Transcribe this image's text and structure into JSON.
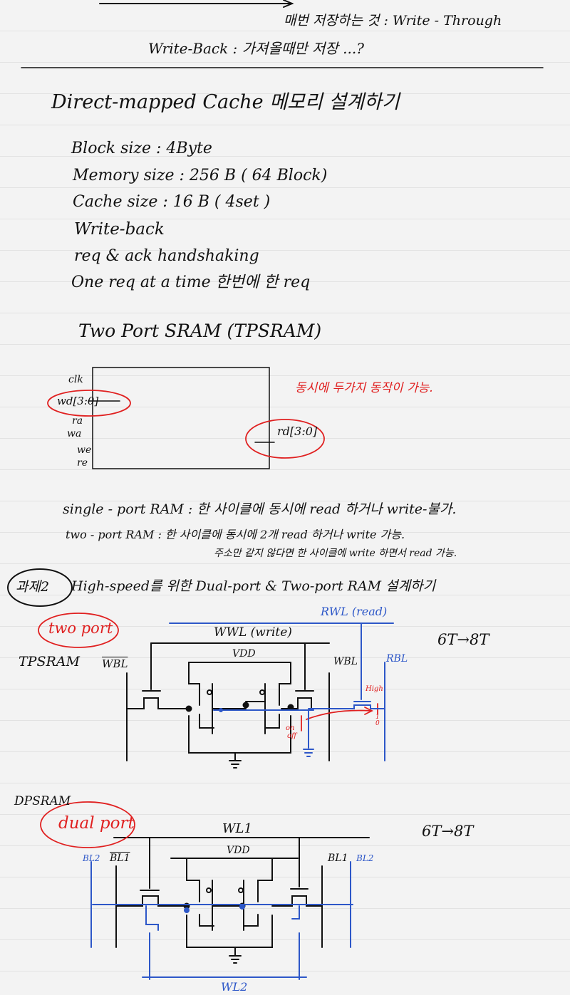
{
  "header": {
    "write_through_line": "매번 저장하는 것 : Write - Through",
    "write_back_line": "Write-Back : 가져올때만 저장 ...?"
  },
  "section1": {
    "title": "Direct-mapped Cache 메모리 설계하기",
    "specs": [
      "Block size : 4Byte",
      "Memory size : 256 B ( 64 Block)",
      "Cache size : 16 B ( 4set )",
      "Write-back",
      "req & ack handshaking",
      "One req at a time  한번에 한 req"
    ]
  },
  "section2": {
    "title": "Two Port SRAM  (TPSRAM)",
    "block_pins": [
      "clk",
      "wd[3:0]",
      "ra",
      "wa",
      "we",
      "re"
    ],
    "output_pin": "rd[3:0]",
    "note": "동시에 두가지 동작이 가능."
  },
  "notes": {
    "single_port": "single - port  RAM : 한 사이클에 동시에 read 하거나 write-불가.",
    "two_port": "two - port  RAM  : 한 사이클에 동시에 2개 read 하거나 write 가능.",
    "two_port_extra": "주소만 같지 않다면 한 사이클에 write 하면서 read 가능."
  },
  "assignment": {
    "badge": "과제2",
    "title": "High-speed를 위한 Dual-port & Two-port RAM 설계하기"
  },
  "tpsram": {
    "tag": "two port",
    "label": "TPSRAM",
    "transform": "6T→8T",
    "rwl": "RWL (read)",
    "wwl": "WWL (write)",
    "vdd": "VDD",
    "wbl_bar": "WBL",
    "wbl": "WBL",
    "rbl": "RBL",
    "high": "High",
    "on": "on",
    "off": "off",
    "marks": [
      "1",
      "0"
    ]
  },
  "dpsram": {
    "tag": "dual port",
    "label": "DPSRAM",
    "transform": "6T→8T",
    "wl1": "WL1",
    "wl2": "WL2",
    "vdd": "VDD",
    "bl2_left": "BL2",
    "bl1_bar": "BL1",
    "bl1": "BL1",
    "bl2_right": "BL2"
  },
  "colors": {
    "ink": "#111111",
    "red": "#e02020",
    "blue": "#2d57c8",
    "paper": "#f3f3f3"
  }
}
